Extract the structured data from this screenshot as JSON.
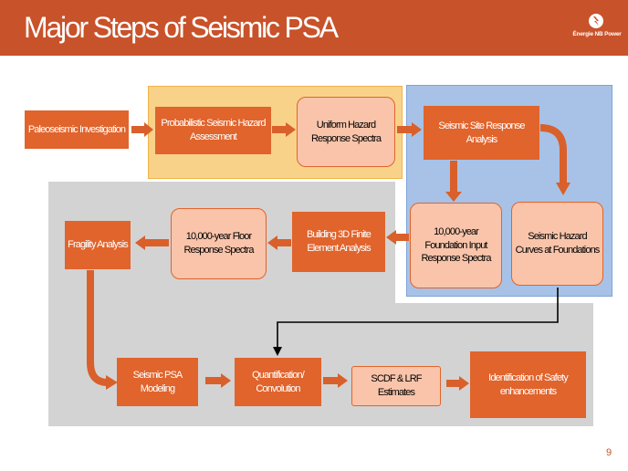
{
  "title": "Major Steps of Seismic PSA",
  "logo": {
    "text": "Énergie NB Power",
    "icon": "nb-power-logo-icon"
  },
  "page_number": "9",
  "colors": {
    "header": "#c8522a",
    "box_dark": "#e0642c",
    "box_light": "#f9c4aa",
    "panel_yellow": "#f9d28a",
    "panel_blue": "#a7c2e6",
    "panel_gray": "#d3d3d3"
  },
  "steps": {
    "paleoseismic": "Paleoseismic Investigation",
    "psha": "Probabilistic Seismic Hazard Assessment",
    "uhrs": "Uniform Hazard Response Spectra",
    "site_response": "Seismic Site Response Analysis",
    "hazard_curves": "Seismic Hazard Curves at Foundations",
    "foundation_input": "10,000-year Foundation Input Response Spectra",
    "fe_analysis": "Building 3D Finite Element Analysis",
    "floor_spectra": "10,000-year Floor Response Spectra",
    "fragility": "Fragility Analysis",
    "psa_modeling": "Seismic PSA Modeling",
    "quantification": "Quantification/ Convolution",
    "scdf": "SCDF & LRF Estimates",
    "safety": "Identification of Safety enhancements"
  }
}
